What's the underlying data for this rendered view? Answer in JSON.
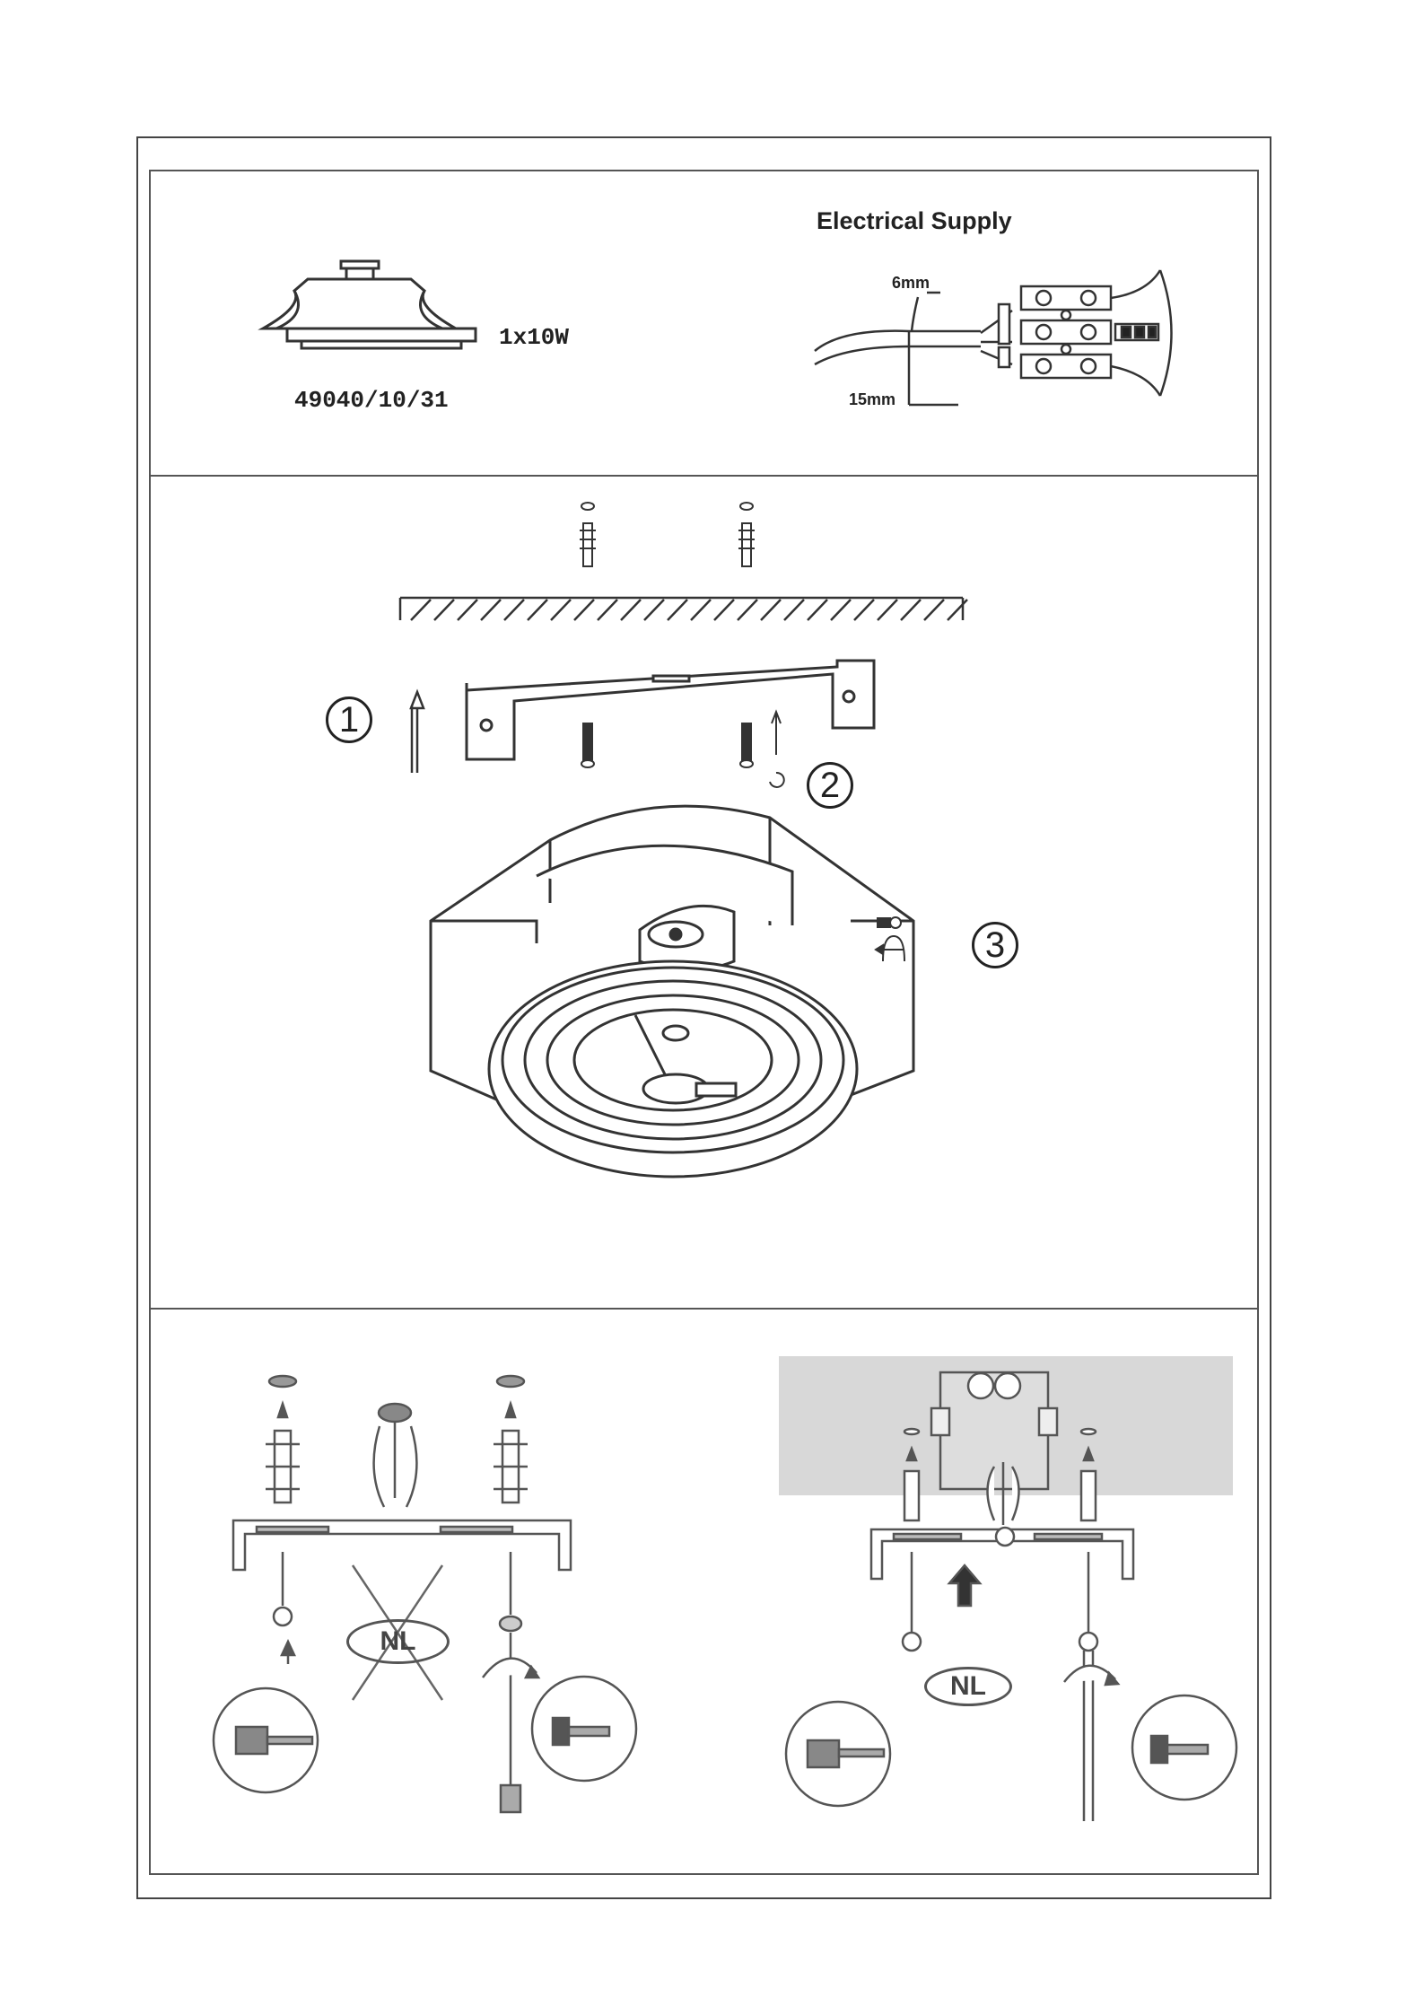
{
  "lamp": {
    "wattage": "1x10W",
    "model": "49040/10/31"
  },
  "electrical": {
    "title": "Electrical Supply",
    "strip_length": "6mm",
    "insulation_length": "15mm"
  },
  "steps": {
    "one": "1",
    "two": "2",
    "three": "3"
  },
  "plug_labels": {
    "crossed": "NL",
    "correct": "NL"
  }
}
